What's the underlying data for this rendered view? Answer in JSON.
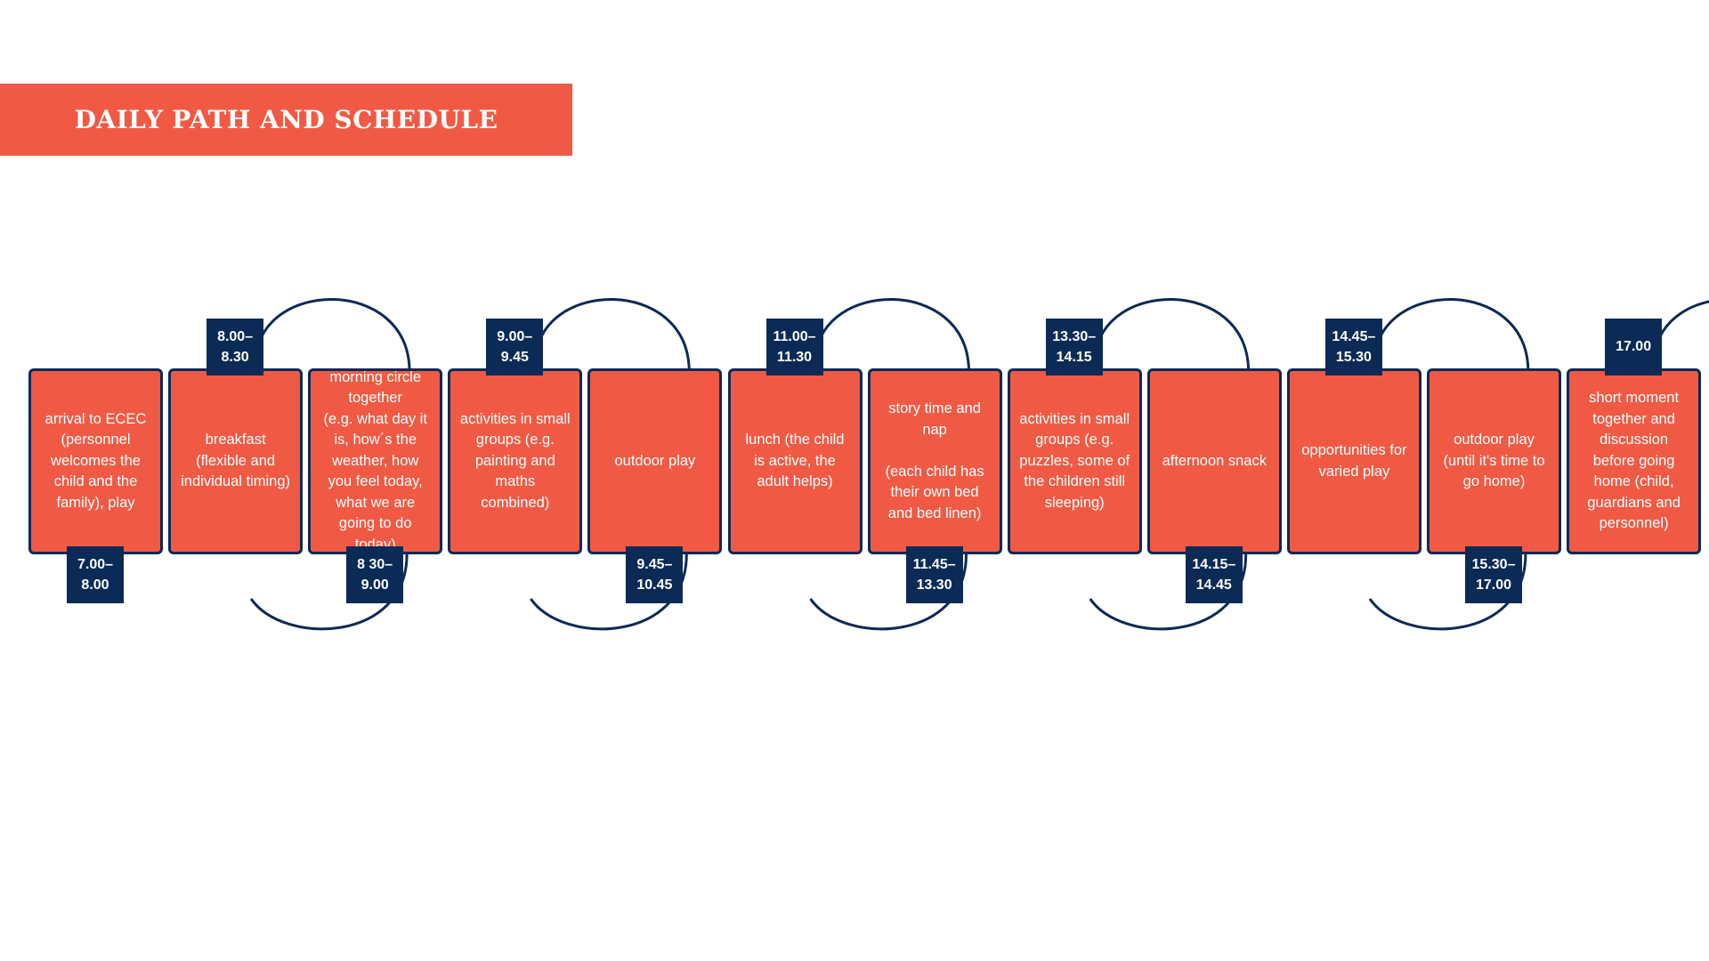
{
  "colors": {
    "accent": "#f05a44",
    "navy": "#0b2a55"
  },
  "title": "DAILY PATH AND SCHEDULE",
  "activities": [
    {
      "text": "arrival to ECEC (personnel welcomes the child and the family), play",
      "time": "7.00–\n8.00",
      "time_side": "bottom"
    },
    {
      "text": "breakfast\n(flexible and individual timing)",
      "time": "8.00–\n8.30",
      "time_side": "top"
    },
    {
      "text": "morning circle together\n(e.g. what day it is, how´s the weather, how you feel today, what we are going to do today)",
      "time": "8 30–\n9.00",
      "time_side": "bottom"
    },
    {
      "text": "activities in small groups (e.g. painting and maths combined)",
      "time": "9.00–\n9.45",
      "time_side": "top"
    },
    {
      "text": "outdoor play",
      "time": "9.45–\n10.45",
      "time_side": "bottom"
    },
    {
      "text": "lunch (the child is active, the adult helps)",
      "time": "11.00–\n11.30",
      "time_side": "top"
    },
    {
      "text": "story time and nap\n\n(each child has their own bed and bed linen)",
      "time": "11.45–\n13.30",
      "time_side": "bottom"
    },
    {
      "text": "activities in small groups (e.g. puzzles, some of the children still sleeping)",
      "time": "13.30–\n14.15",
      "time_side": "top"
    },
    {
      "text": "afternoon snack",
      "time": "14.15–\n14.45",
      "time_side": "bottom"
    },
    {
      "text": "opportunities for varied play",
      "time": "14.45–\n15.30",
      "time_side": "top"
    },
    {
      "text": "outdoor play\n(until it's time to go home)",
      "time": "15.30–\n17.00",
      "time_side": "bottom"
    },
    {
      "text": "short moment together and discussion before going home (child, guardians and personnel)",
      "time": "17.00",
      "time_side": "top"
    }
  ]
}
